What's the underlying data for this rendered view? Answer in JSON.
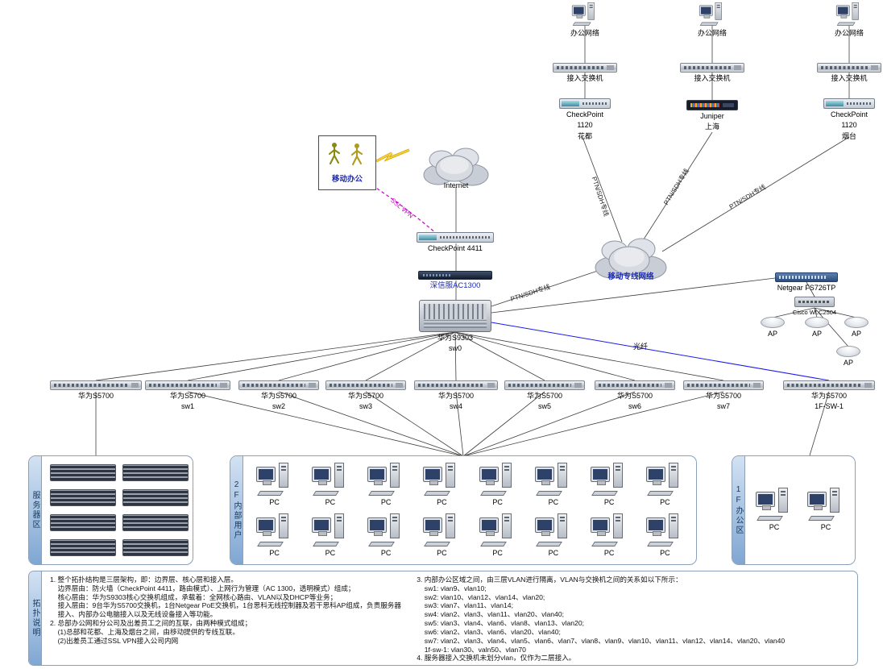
{
  "labels": {
    "office_network": "办公网络",
    "access_switch": "接入交换机",
    "internet": "Internet",
    "mobile_office": "移动办公",
    "mobile_network": "移动专线网络",
    "ssl_vpn": "SSL VPN",
    "ptn_sdh": "PTN/SDH专线",
    "fiber": "光纤",
    "pc": "PC",
    "ap": "AP"
  },
  "devices": {
    "checkpoint_huadu": {
      "line1": "CheckPoint",
      "line2": "1120",
      "line3": "花都"
    },
    "juniper_shanghai": {
      "line1": "Juniper",
      "line2": "上海"
    },
    "checkpoint_yantai": {
      "line1": "CheckPoint",
      "line2": "1120",
      "line3": "烟台"
    },
    "checkpoint_4411": {
      "name": "CheckPoint 4411"
    },
    "ac1300": {
      "name": "深信服AC1300"
    },
    "s9303": {
      "name": "华为S9303",
      "sub": "sw0"
    },
    "netgear": {
      "name": "Netgear FS726TP"
    },
    "wlc": {
      "name": "Cisco WLC2504"
    }
  },
  "switches": [
    {
      "name": "华为S5700",
      "sub": ""
    },
    {
      "name": "华为S5700",
      "sub": "sw1"
    },
    {
      "name": "华为S5700",
      "sub": "sw2"
    },
    {
      "name": "华为S5700",
      "sub": "sw3"
    },
    {
      "name": "华为S5700",
      "sub": "sw4"
    },
    {
      "name": "华为S5700",
      "sub": "sw5"
    },
    {
      "name": "华为S5700",
      "sub": "sw6"
    },
    {
      "name": "华为S5700",
      "sub": "sw7"
    },
    {
      "name": "华为S5700",
      "sub": "1F-SW-1"
    }
  ],
  "zones": {
    "server_area": "服务器区",
    "floor2_users": "2F内部用户",
    "floor1_office": "1F办公区",
    "notes_title": "拓扑说明"
  },
  "notes": {
    "col1": [
      "1. 整个拓扑结构是三层架构，即：边界层、核心层和接入层。",
      "    边界层由：防火墙（CheckPoint 4411，路由模式）、上网行为管理（AC 1300，透明模式）组成；",
      "    核心层由：华为S9303核心交换机组成，承载着：全网核心路由、VLAN以及DHCP等业务；",
      "    接入层由：9台华为S5700交换机，1台Netgear PoE交换机，1台思科无线控制器及若干思科AP组成，负责服务器",
      "    接入、内部办公电脑接入以及无线设备接入等功能。",
      "2. 总部办公网和分公司及出差员工之间的互联，由两种模式组成；",
      "    (1)总部和花都、上海及烟台之间，由移动提供的专线互联。",
      "    (2)出差员工通过SSL VPN接入公司内网"
    ],
    "col2": [
      "3. 内部办公区域之间，由三层VLAN进行隔离，VLAN与交换机之间的关系如以下所示：",
      "    sw1: vlan9、vlan10;",
      "    sw2: vlan10、vlan12、vlan14、vlan20;",
      "    sw3: vlan7、vlan11、vlan14;",
      "    sw4: vlan2、vlan3、vlan11、vlan20、vlan40;",
      "    sw5: vlan3、vlan4、vlan6、vlan8、vlan13、vlan20;",
      "    sw6: vlan2、vlan3、vlan6、vlan20、vlan40;",
      "    sw7: vlan2、vlan3、vlan4、vlan5、vlan6、vlan7、vlan8、vlan9、vlan10、vlan11、vlan12、vlan14、vlan20、vlan40",
      "    1f-sw-1: vlan30、valn50、vlan70",
      "4. 服务器接入交换机未划分vlan，仅作为二层接入。"
    ]
  },
  "colors": {
    "accent_blue": "#1c2bb0",
    "ssl_vpn_magenta": "#c400c4",
    "fiber_blue": "#1a1aee",
    "zone_strip_blue": "#7fa6d2"
  }
}
